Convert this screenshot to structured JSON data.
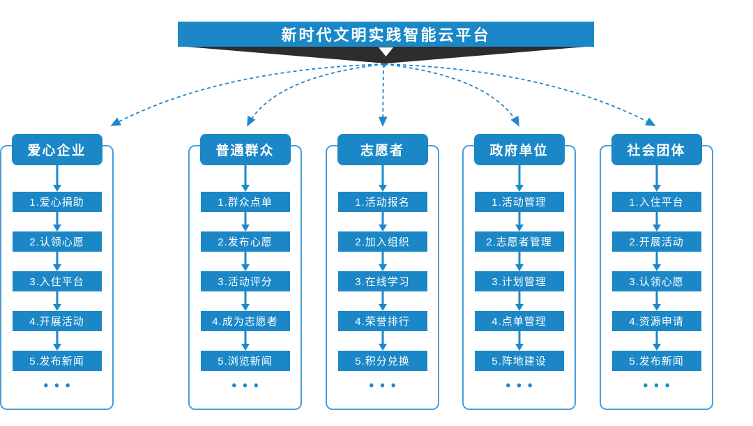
{
  "title": "新时代文明实践智能云平台",
  "colors": {
    "primary_blue": "#1b87c6",
    "arrow_blue": "#1e88cc",
    "outline_blue": "#4a9dd8",
    "ribbon_dark": "#2e2d2c",
    "background": "#ffffff"
  },
  "columns": [
    {
      "title": "普通群众",
      "items": [
        "1.群众点单",
        "2.发布心愿",
        "3.活动评分",
        "4.成为志愿者",
        "5.浏览新闻"
      ],
      "more": "•••"
    },
    {
      "title": "志愿者",
      "items": [
        "1.活动报名",
        "2.加入组织",
        "3.在线学习",
        "4.荣誉排行",
        "5.积分兑换"
      ],
      "more": "•••"
    },
    {
      "title": "政府单位",
      "items": [
        "1.活动管理",
        "2.志愿者管理",
        "3.计划管理",
        "4.点单管理",
        "5.阵地建设"
      ],
      "more": "•••"
    },
    {
      "title": "社会团体",
      "items": [
        "1.入住平台",
        "2.开展活动",
        "3.认领心愿",
        "4.资源申请",
        "5.发布新闻"
      ],
      "more": "•••"
    },
    {
      "title": "爱心企业",
      "items": [
        "1.爱心捐助",
        "2.认领心愿",
        "3.入住平台",
        "4.开展活动",
        "5.发布新闻"
      ],
      "more": "•••"
    }
  ]
}
